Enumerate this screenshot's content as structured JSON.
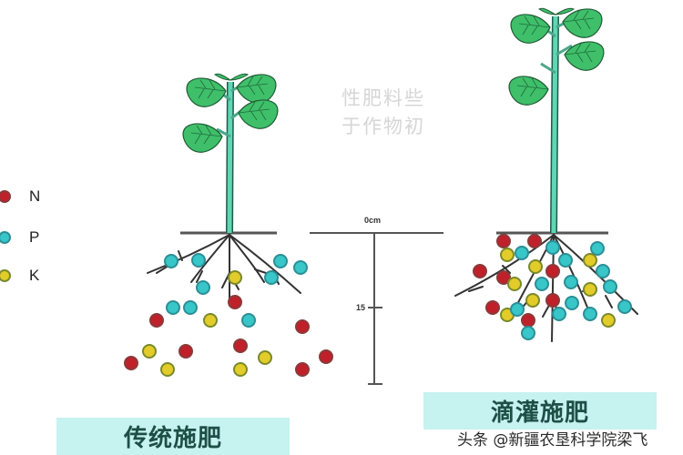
{
  "legend": {
    "items": [
      {
        "label": "N",
        "color": "#c0202a",
        "ring": "#8a3a3a"
      },
      {
        "label": "P",
        "color": "#38c6c8",
        "ring": "#2b8f96"
      },
      {
        "label": "K",
        "color": "#e2cc2a",
        "ring": "#7a8a2a"
      }
    ]
  },
  "scale": {
    "top_label": "0cm",
    "mid_label": "15"
  },
  "faint_text": {
    "line1": "性肥料些",
    "line2": "于作物初"
  },
  "panels": {
    "left": {
      "title": "传统施肥"
    },
    "right": {
      "title": "滴灌施肥"
    }
  },
  "watermark": "头条 @新疆农垦科学院梁飞",
  "colors": {
    "label_bg": "#c6f2f0",
    "label_text": "#1d4f46",
    "leaf": "#3fbf6a",
    "stem": "#5fd6b4",
    "root": "#333333"
  }
}
